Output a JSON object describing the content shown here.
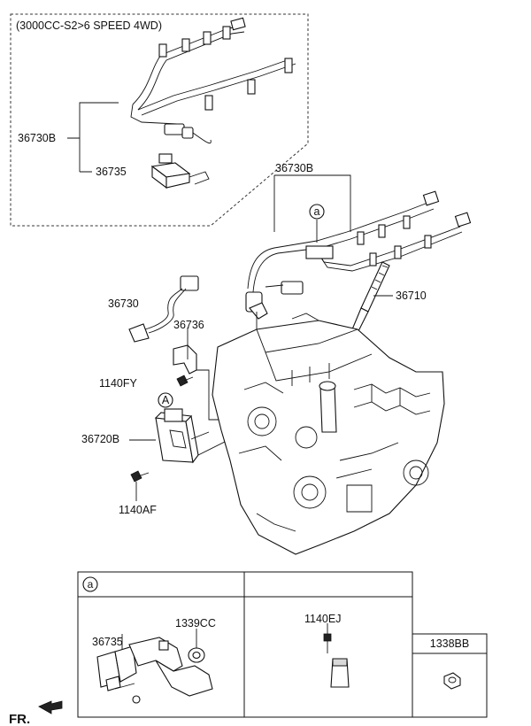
{
  "variant_box": {
    "title": "(3000CC-S2>6 SPEED 4WD)",
    "labels": {
      "harness": "36730B",
      "bracket": "36735"
    }
  },
  "main_callouts": {
    "harness": "36730B",
    "glow_plug": "36710",
    "sensor_harness": "36730",
    "bracket": "36736",
    "bolt_top": "1140FY",
    "controller": "36720B",
    "bolt_bottom": "1140AF"
  },
  "markers": {
    "lower_a": "a",
    "upper_a": "A"
  },
  "table": {
    "header_marker": "a",
    "cell_1": {
      "label_a": "36735",
      "label_b": "1339CC"
    },
    "cell_2": {
      "label": "1140EJ"
    },
    "cell_3": {
      "label": "1338BB"
    }
  },
  "footer": {
    "direction": "FR."
  }
}
